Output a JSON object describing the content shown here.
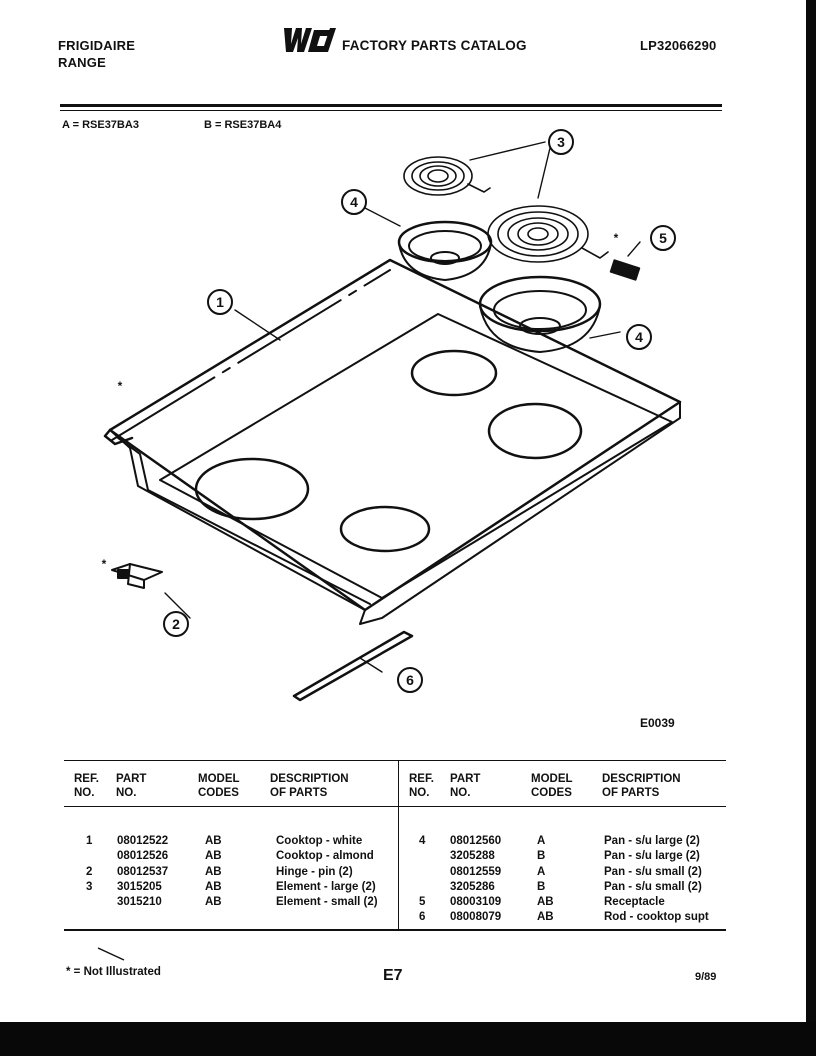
{
  "header": {
    "brand": "FRIGIDAIRE",
    "product": "RANGE",
    "logo_text": "WCI",
    "title": "FACTORY PARTS CATALOG",
    "catalog_number": "LP32066290"
  },
  "models": {
    "a": "A = RSE37BA3",
    "b": "B = RSE37BA4"
  },
  "diagram": {
    "callouts": [
      "1",
      "2",
      "3",
      "4",
      "4",
      "5",
      "6"
    ],
    "not_illustrated_marks": [
      "*",
      "*",
      "*"
    ],
    "code": "E0039"
  },
  "table": {
    "headers": {
      "ref": [
        "REF.",
        "NO."
      ],
      "part": [
        "PART",
        "NO."
      ],
      "model": [
        "MODEL",
        "CODES"
      ],
      "desc": [
        "DESCRIPTION",
        "OF PARTS"
      ]
    },
    "left_rows": [
      {
        "ref": "1",
        "part": "08012522",
        "model": "AB",
        "desc": "Cooktop - white"
      },
      {
        "ref": "",
        "part": "08012526",
        "model": "AB",
        "desc": "Cooktop - almond"
      },
      {
        "ref": "2",
        "part": "08012537",
        "model": "AB",
        "desc": "Hinge - pin (2)"
      },
      {
        "ref": "3",
        "part": "3015205",
        "model": "AB",
        "desc": "Element - large (2)"
      },
      {
        "ref": "",
        "part": "3015210",
        "model": "AB",
        "desc": "Element - small (2)"
      }
    ],
    "right_rows": [
      {
        "ref": "4",
        "part": "08012560",
        "model": "A",
        "desc": "Pan - s/u large (2)"
      },
      {
        "ref": "",
        "part": "3205288",
        "model": "B",
        "desc": "Pan - s/u large (2)"
      },
      {
        "ref": "",
        "part": "08012559",
        "model": "A",
        "desc": "Pan - s/u small (2)"
      },
      {
        "ref": "",
        "part": "3205286",
        "model": "B",
        "desc": "Pan - s/u small (2)"
      },
      {
        "ref": "5",
        "part": "08003109",
        "model": "AB",
        "desc": "Receptacle"
      },
      {
        "ref": "6",
        "part": "08008079",
        "model": "AB",
        "desc": "Rod - cooktop supt"
      }
    ]
  },
  "footer": {
    "footnote": "* = Not Illustrated",
    "page": "E7",
    "date": "9/89"
  }
}
